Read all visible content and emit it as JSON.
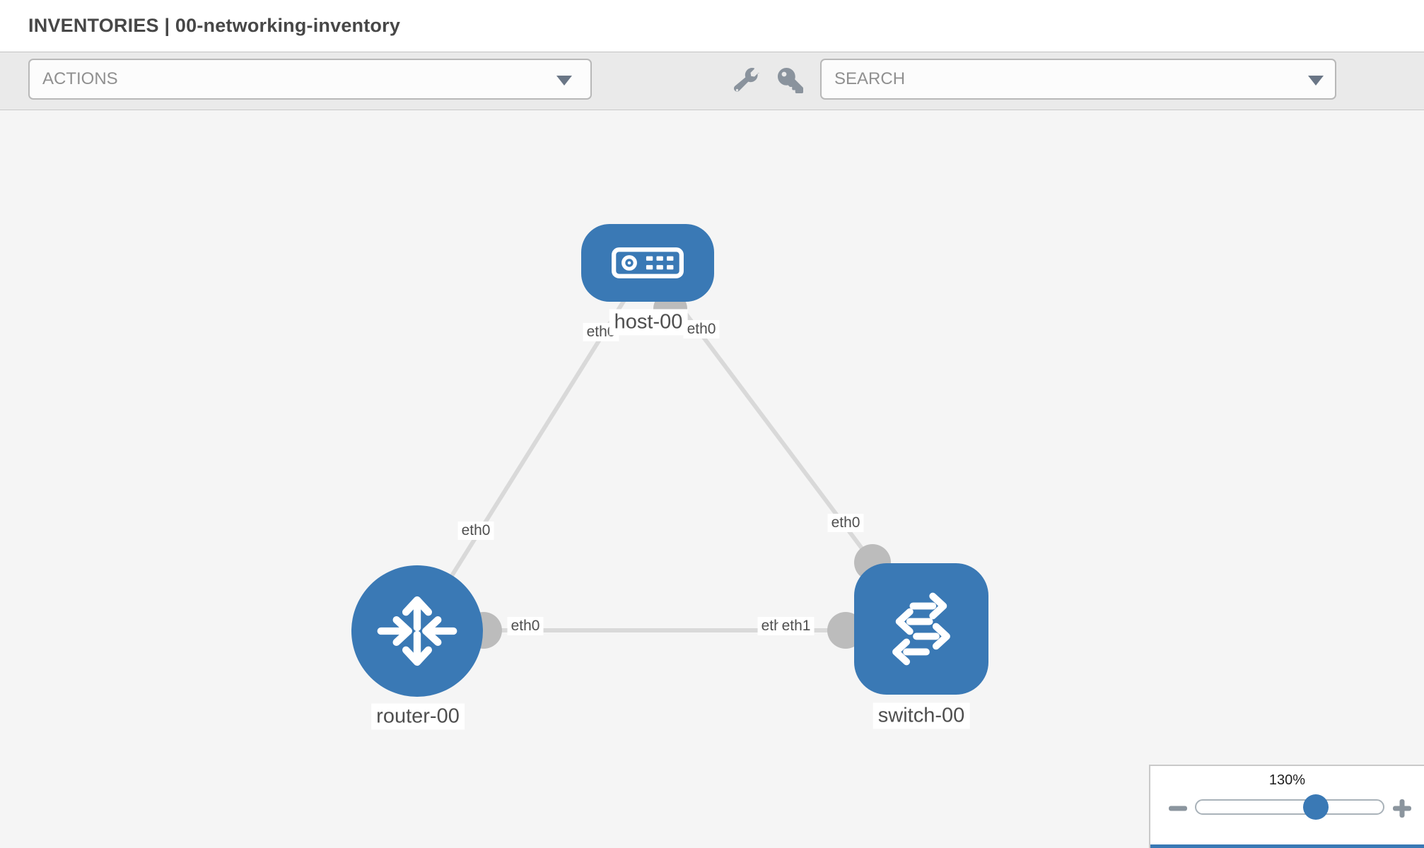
{
  "header": {
    "title": "INVENTORIES | 00-networking-inventory"
  },
  "toolbar": {
    "actions_label": "ACTIONS",
    "search_label": "SEARCH"
  },
  "topology": {
    "nodes": [
      {
        "label": "host-00",
        "type": "host"
      },
      {
        "label": "router-00",
        "type": "router"
      },
      {
        "label": "switch-00",
        "type": "switch"
      }
    ],
    "links": [
      {
        "from": "host-00",
        "to": "router-00",
        "from_interface": "eth0",
        "to_interface": "eth0"
      },
      {
        "from": "host-00",
        "to": "switch-00",
        "from_interface": "eth0",
        "to_interface": "eth0"
      },
      {
        "from": "router-00",
        "to": "switch-00",
        "from_interface": "eth0",
        "to_interface": "eth1"
      }
    ],
    "interface_labels": {
      "host_to_router_at_host": "eth0",
      "host_to_router_at_router": "eth0",
      "host_to_switch_at_host": "eth0",
      "host_to_switch_at_switch": "eth0",
      "router_to_switch_at_router": "eth0",
      "router_to_switch_at_switch_back": "eth0",
      "router_to_switch_at_switch_front": "eth1"
    }
  },
  "zoom_control": {
    "level": "130%",
    "percent": 130
  },
  "colors": {
    "node_blue": "#3a79b5",
    "link_gray": "#d9d9d9",
    "interface_gray": "#bcbcbc",
    "toolbar_bg": "#eaeaea",
    "canvas_bg": "#f5f5f5"
  }
}
